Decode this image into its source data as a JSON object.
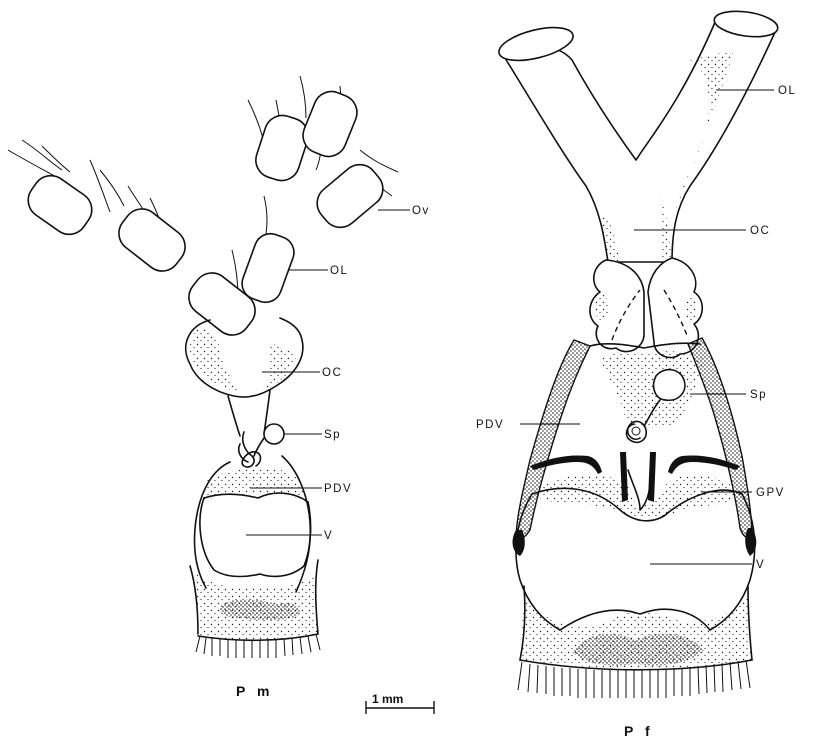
{
  "figure": {
    "left_panel": {
      "caption": "P m",
      "labels": {
        "ov": "Ov",
        "ol": "OL",
        "oc": "OC",
        "sp": "Sp",
        "pdv": "PDV",
        "v": "V"
      }
    },
    "right_panel": {
      "caption": "P f",
      "labels": {
        "ol": "OL",
        "oc": "OC",
        "sp": "Sp",
        "pdv": "PDV",
        "gpv": "GPV",
        "v": "V"
      }
    },
    "scale_bar": "1 mm"
  }
}
